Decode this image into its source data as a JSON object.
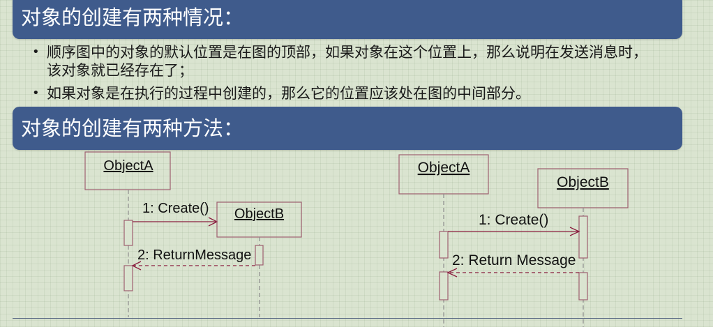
{
  "slide": {
    "heading_1": "对象的创建有两种情况：",
    "bullet_marker": "•",
    "bullets": [
      {
        "lines": [
          "顺序图中的对象的默认位置是在图的顶部，如果对象在这个位置上，那么说明在发送消息时，",
          "该对象就已经存在了；"
        ]
      },
      {
        "lines": [
          "如果对象是在执行的过程中创建的，那么它的位置应该处在图的中间部分。"
        ]
      }
    ],
    "heading_2": "对象的创建有两种方法："
  },
  "diagrams": [
    {
      "objects": [
        "ObjectA",
        "ObjectB"
      ],
      "messages": [
        "1: Create()",
        "2: ReturnMessage"
      ]
    },
    {
      "objects": [
        "ObjectA",
        "ObjectB"
      ],
      "messages": [
        "1: Create()",
        "2: Return Message"
      ]
    }
  ],
  "colors": {
    "heading_bar": "#3f5b8c",
    "heading_text": "#ffffff",
    "background": "#dae4d0",
    "body_text": "#1a1a1a",
    "object_border": "#9e6070",
    "message_arrow": "#8b1e3f",
    "lifeline": "#8c8c8c",
    "divider": "#4a5a7a",
    "diagram_text": "#111111"
  }
}
